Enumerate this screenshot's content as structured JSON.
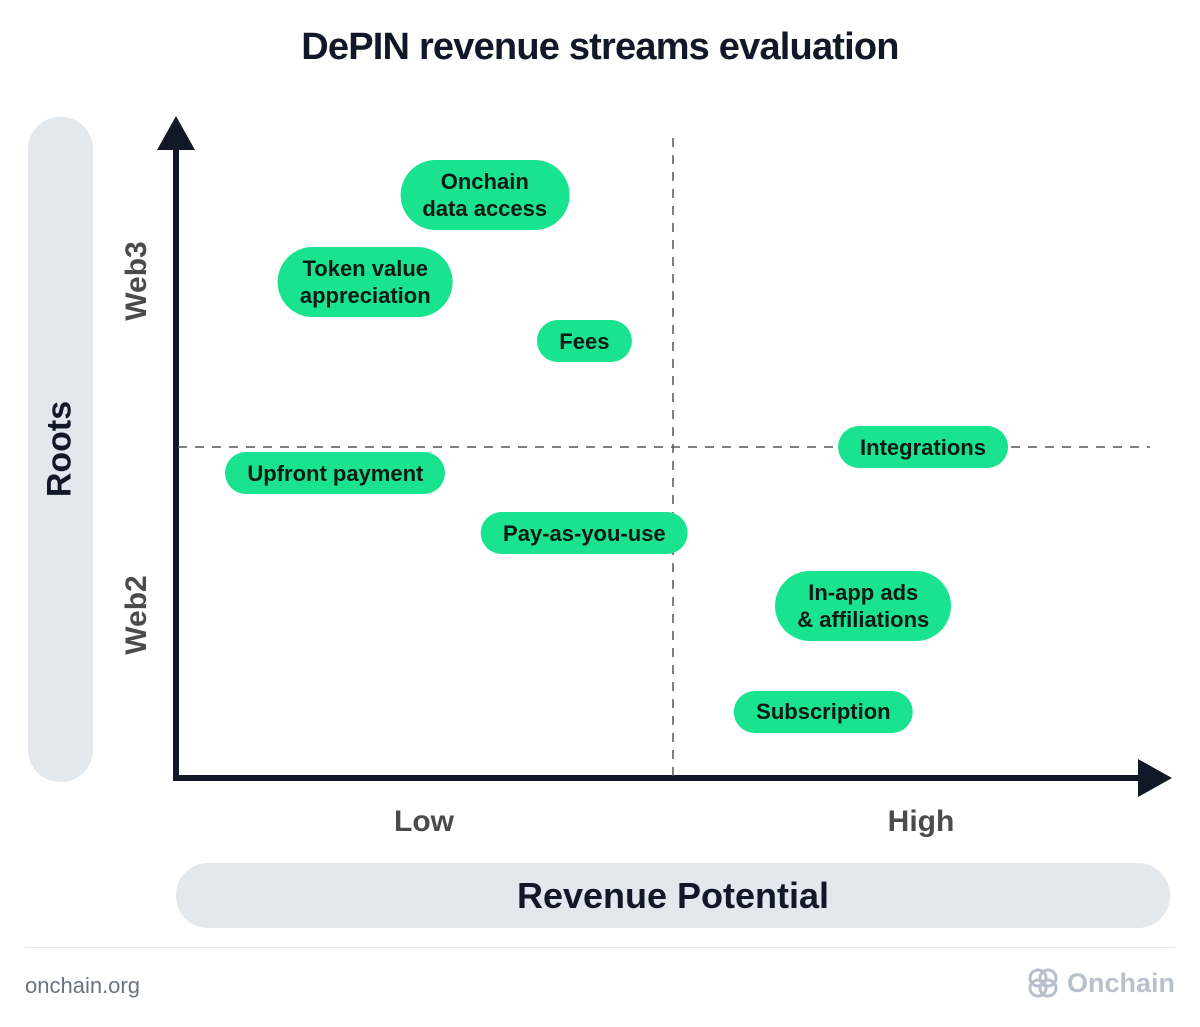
{
  "title": "DePIN revenue streams evaluation",
  "y_axis": {
    "label": "Roots",
    "tick_top": "Web3",
    "tick_bottom": "Web2"
  },
  "x_axis": {
    "label": "Revenue Potential",
    "tick_left": "Low",
    "tick_right": "High"
  },
  "items": [
    {
      "label": "Onchain\ndata access",
      "revenue": 0.31,
      "roots": 0.88
    },
    {
      "label": "Token value\nappreciation",
      "revenue": 0.19,
      "roots": 0.75
    },
    {
      "label": "Fees",
      "revenue": 0.41,
      "roots": 0.66
    },
    {
      "label": "Integrations",
      "revenue": 0.75,
      "roots": 0.5
    },
    {
      "label": "Upfront payment",
      "revenue": 0.16,
      "roots": 0.46
    },
    {
      "label": "Pay-as-you-use",
      "revenue": 0.41,
      "roots": 0.37
    },
    {
      "label": "In-app ads\n& affiliations",
      "revenue": 0.69,
      "roots": 0.26
    },
    {
      "label": "Subscription",
      "revenue": 0.65,
      "roots": 0.1
    }
  ],
  "colors": {
    "pill": "#19e38e",
    "axis": "#111827",
    "band": "#e3e7ee"
  },
  "footer": {
    "url": "onchain.org",
    "brand": "Onchain",
    "brand_icon": "onchain-logo-icon"
  }
}
